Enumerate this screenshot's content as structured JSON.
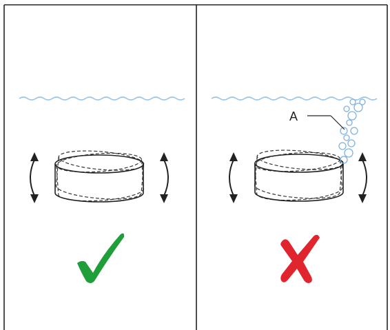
{
  "colors": {
    "water": "#9cc5e6",
    "bubbles": "#7fb2e0",
    "check": "#1f9e3a",
    "cross": "#e0252e",
    "lines": "#222222"
  },
  "panels": [
    {
      "id": "left",
      "status": "correct",
      "icon": "checkmark-icon"
    },
    {
      "id": "right",
      "status": "incorrect",
      "icon": "cross-icon",
      "callout_label": "A"
    }
  ]
}
